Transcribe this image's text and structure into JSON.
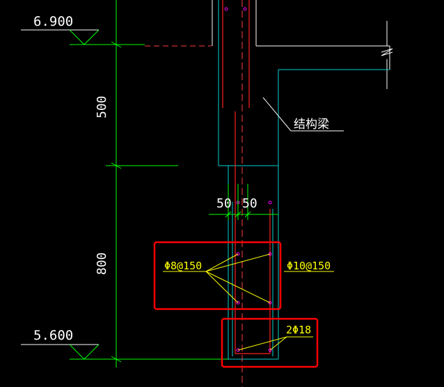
{
  "drawing": {
    "elevations": {
      "upper": "6.900",
      "lower": "5.600"
    },
    "dimensions": {
      "upper_height": "500",
      "lower_height": "800",
      "offset_left": "50",
      "offset_right": "50"
    },
    "labels": {
      "structural_beam": "结构梁",
      "stirrup_left": "Φ8@150",
      "stirrup_right": "Φ10@150",
      "bottom_bars": "2Φ18"
    },
    "colors": {
      "background": "#000000",
      "dimension_line": "#00ff00",
      "outline": "#00d0d0",
      "rebar": "#ff2020",
      "annotation": "#ffff00",
      "highlight_box": "#ff0000",
      "text": "#ffffff",
      "rebar_point": "#ff00ff"
    }
  }
}
